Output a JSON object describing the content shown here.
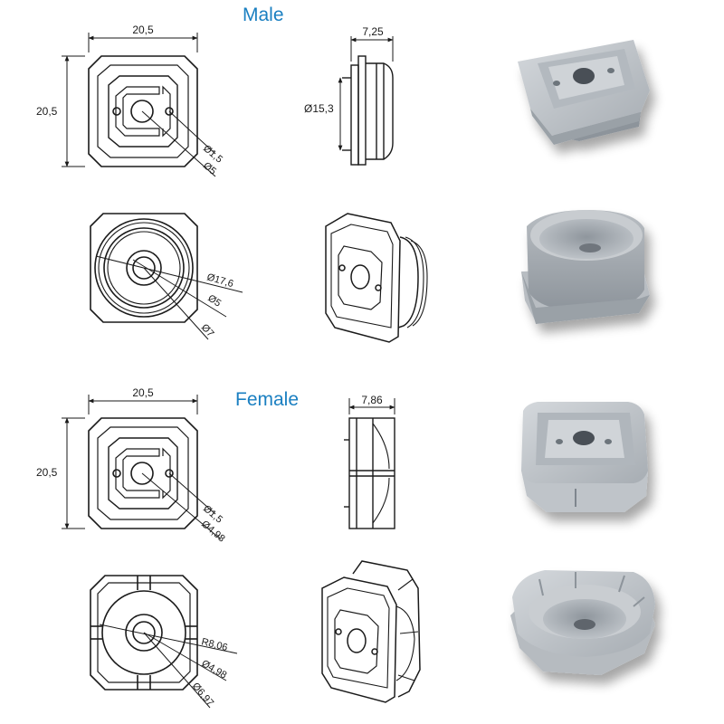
{
  "colors": {
    "title": "#1a7fc1",
    "line": "#1a1a1a",
    "part_light": "#c4c9ce",
    "part_mid": "#aeb4ba",
    "part_dark": "#7e868e"
  },
  "male": {
    "title": "Male",
    "front_width": "20,5",
    "front_height": "20,5",
    "front_hole": "Ø1,5",
    "front_center": "Ø5",
    "side_width": "7,25",
    "side_diameter": "Ø15,3",
    "back_outer": "Ø17,6",
    "back_center": "Ø5",
    "back_boss": "Ø7"
  },
  "female": {
    "title": "Female",
    "front_width": "20,5",
    "front_height": "20,5",
    "front_hole": "Ø1,5",
    "front_center": "Ø4,98",
    "side_width": "7,86",
    "back_radius": "R8,06",
    "back_center": "Ø4,98",
    "back_boss": "Ø6,97"
  }
}
